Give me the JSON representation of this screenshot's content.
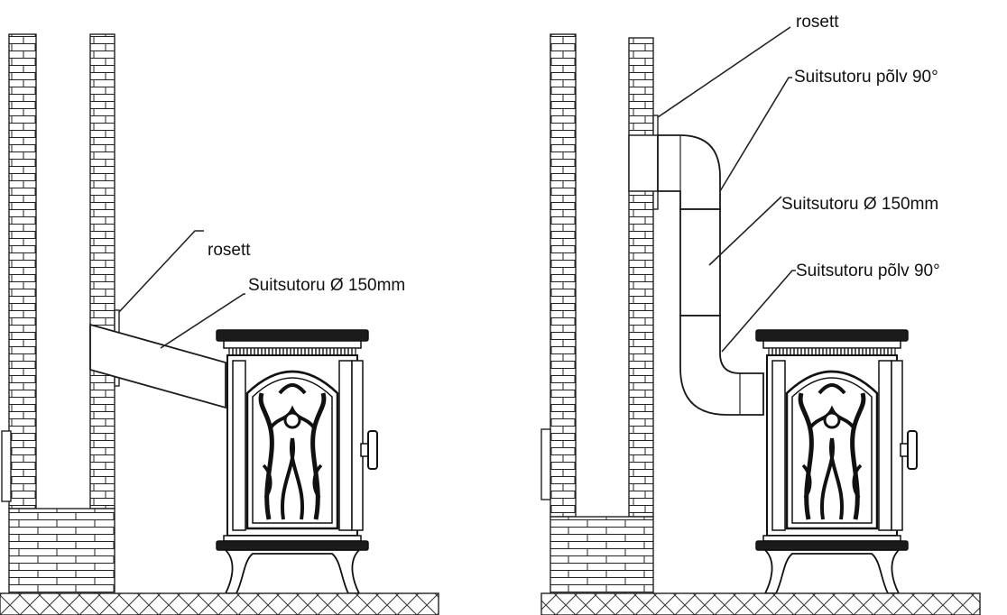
{
  "left_diagram": {
    "labels": {
      "rosette": "rosett",
      "flue_pipe": "Suitsutoru Ø 150mm"
    }
  },
  "right_diagram": {
    "labels": {
      "rosette": "rosett",
      "elbow_top": "Suitsutoru põlv 90°",
      "flue_pipe": "Suitsutoru Ø 150mm",
      "elbow_bottom": "Suitsutoru põlv 90°"
    }
  },
  "colors": {
    "line": "#222222",
    "background": "#ffffff"
  }
}
